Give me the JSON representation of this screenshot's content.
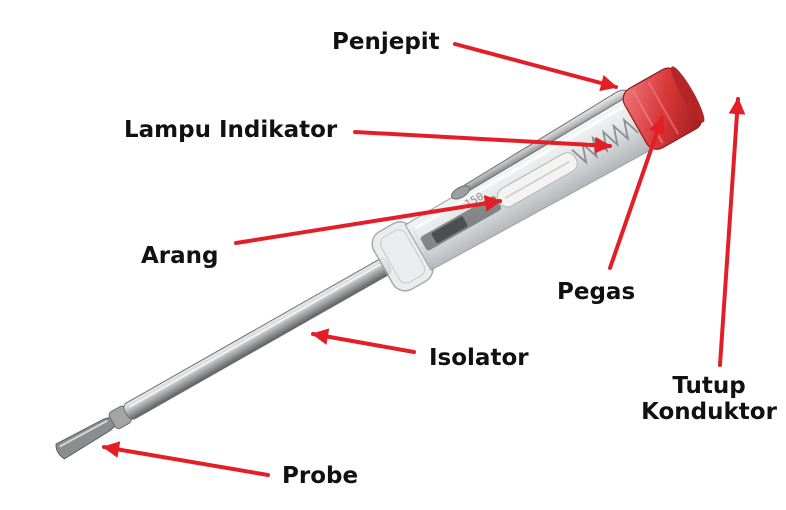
{
  "labels": {
    "penjepit": "Penjepit",
    "lampu_indikator": "Lampu Indikator",
    "arang": "Arang",
    "pegas": "Pegas",
    "isolator": "Isolator",
    "tutup_line1": "Tutup",
    "tutup_line2": "Konduktor",
    "probe": "Probe",
    "body_marking": "150"
  },
  "colors": {
    "arrow": "#e41e26",
    "cap": "#d8383a",
    "shaft": "#b8b9ba",
    "label": "#111111"
  }
}
